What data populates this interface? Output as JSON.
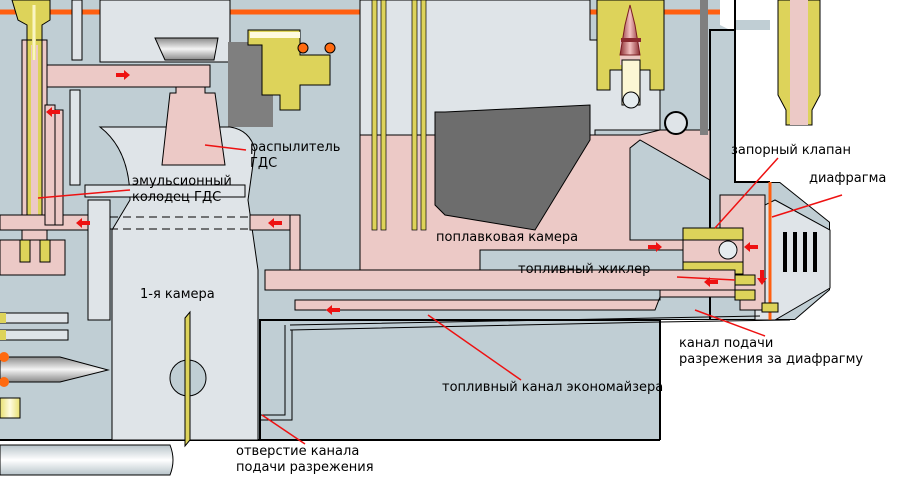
{
  "diagram": {
    "subject": "carburetor economizer cross-section",
    "colors": {
      "body": "#c0ced4",
      "chamber": "#dfe4e8",
      "fuel": "#ecc9c6",
      "brass": "#ddd35a",
      "float": "#6d6d6d",
      "dark_block": "#7f7f7f",
      "orange_line": "#ff5f10",
      "leader_line": "#ee1111",
      "arrow": "#ee1111",
      "outline": "#000000"
    },
    "labels": {
      "sprayer": "распылитель\nГДС",
      "emulsion_well": "эмульсионный\nколодец ГДС",
      "float_chamber": "поплавковая камера",
      "shutoff_valve": "запорный клапан",
      "diaphragm": "диафрагма",
      "fuel_jet": "топливный жиклер",
      "first_chamber": "1-я камера",
      "vacuum_channel_behind_diaphragm": "канал подачи\nразрежения за диафрагму",
      "economizer_fuel_channel": "топливный канал экономайзера",
      "vacuum_channel_opening": "отверстие канала\nподачи разрежения"
    }
  }
}
